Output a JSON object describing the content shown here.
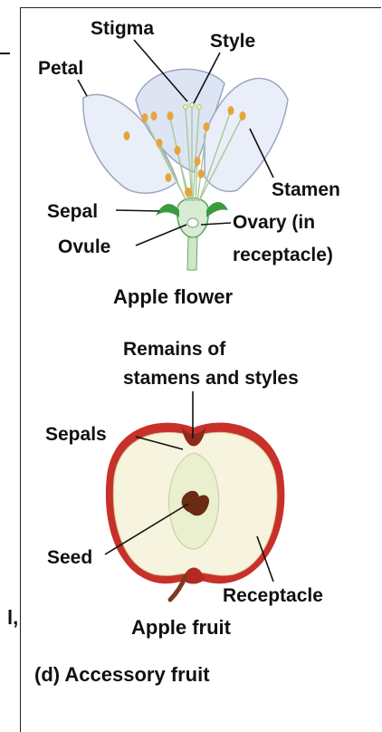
{
  "flower": {
    "labels": {
      "stigma": "Stigma",
      "style": "Style",
      "petal": "Petal",
      "stamen": "Stamen",
      "sepal": "Sepal",
      "ovary_line1": "Ovary (in",
      "ovary_line2": "receptacle)",
      "ovule": "Ovule"
    },
    "caption": "Apple flower"
  },
  "fruit": {
    "labels": {
      "remains_line1": "Remains of",
      "remains_line2": "stamens and styles",
      "sepals": "Sepals",
      "seed": "Seed",
      "receptacle": "Receptacle"
    },
    "caption": "Apple fruit"
  },
  "panel_caption": "(d) Accessory fruit",
  "edge_glyph": "l,",
  "colors": {
    "petal": "#e9eef8",
    "stamen": "#e7a43a",
    "green": "#3a9a3f",
    "apple_red": "#c8302a",
    "flesh": "#f4f1dc",
    "seed": "#6b2a14"
  }
}
